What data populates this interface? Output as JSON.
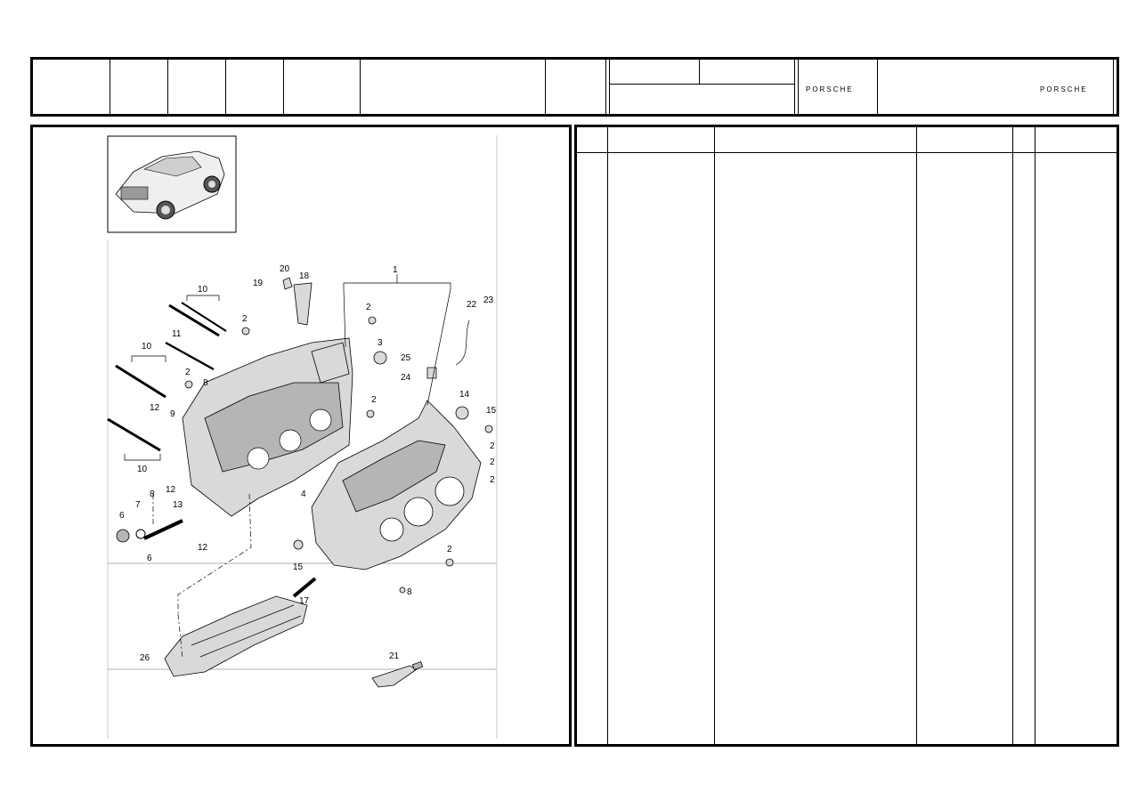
{
  "header": {
    "brand_mark_left": "PORSCHE",
    "brand_mark_right": "PORSCHE"
  },
  "diagram": {
    "callouts": [
      {
        "id": "c1",
        "label": "1"
      },
      {
        "id": "c2a",
        "label": "2"
      },
      {
        "id": "c2b",
        "label": "2"
      },
      {
        "id": "c2c",
        "label": "2"
      },
      {
        "id": "c2d",
        "label": "2"
      },
      {
        "id": "c2e",
        "label": "2"
      },
      {
        "id": "c2f",
        "label": "2"
      },
      {
        "id": "c2g",
        "label": "2"
      },
      {
        "id": "c2h",
        "label": "2"
      },
      {
        "id": "c3",
        "label": "3"
      },
      {
        "id": "c4",
        "label": "4"
      },
      {
        "id": "c6a",
        "label": "6"
      },
      {
        "id": "c6b",
        "label": "6"
      },
      {
        "id": "c7",
        "label": "7"
      },
      {
        "id": "c8a",
        "label": "8"
      },
      {
        "id": "c8b",
        "label": "8"
      },
      {
        "id": "c8c",
        "label": "8"
      },
      {
        "id": "c9",
        "label": "9"
      },
      {
        "id": "c10a",
        "label": "10"
      },
      {
        "id": "c10b",
        "label": "10"
      },
      {
        "id": "c10c",
        "label": "10"
      },
      {
        "id": "c11",
        "label": "11"
      },
      {
        "id": "c12a",
        "label": "12"
      },
      {
        "id": "c12b",
        "label": "12"
      },
      {
        "id": "c12c",
        "label": "12"
      },
      {
        "id": "c13",
        "label": "13"
      },
      {
        "id": "c14",
        "label": "14"
      },
      {
        "id": "c15a",
        "label": "15"
      },
      {
        "id": "c15b",
        "label": "15"
      },
      {
        "id": "c17",
        "label": "17"
      },
      {
        "id": "c18",
        "label": "18"
      },
      {
        "id": "c19",
        "label": "19"
      },
      {
        "id": "c20",
        "label": "20"
      },
      {
        "id": "c21",
        "label": "21"
      },
      {
        "id": "c22",
        "label": "22"
      },
      {
        "id": "c23",
        "label": "23"
      },
      {
        "id": "c24",
        "label": "24"
      },
      {
        "id": "c25",
        "label": "25"
      },
      {
        "id": "c26",
        "label": "26"
      }
    ]
  }
}
